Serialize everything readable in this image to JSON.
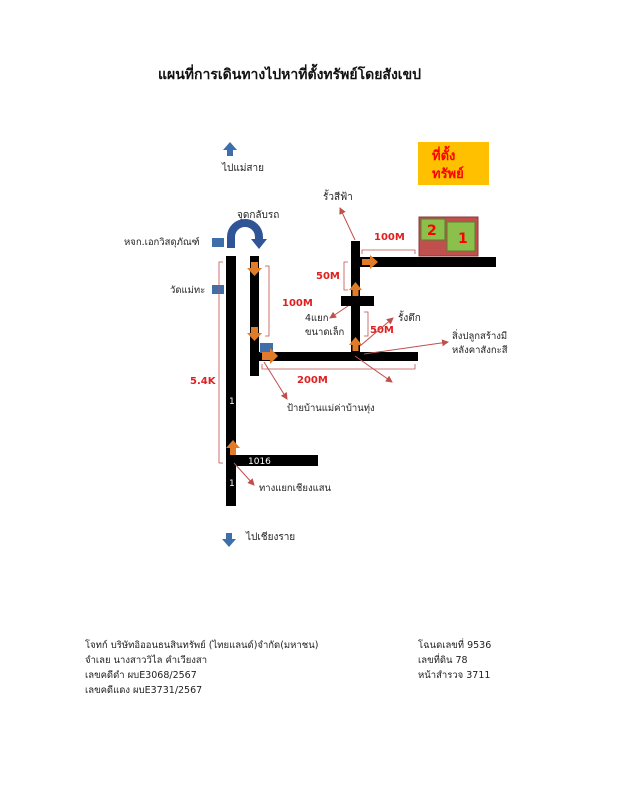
{
  "title": "แผนที่การเดินทางไปหาที่ตั้งทรัพย์โดยสังเขป",
  "directions": {
    "north": "ไปแม่สาย",
    "south": "ไปเชียงราย"
  },
  "property_box": {
    "line1": "ที่ตั้ง",
    "line2": "ทรัพย์"
  },
  "plots": [
    "2",
    "1"
  ],
  "landmarks": {
    "u_turn": "จุดกลับรถ",
    "shop": "หจก.เอกวิสดุภัณฑ์",
    "temple": "วัดแม่ทะ",
    "blue_fence": "รั้วสีฟ้า",
    "small_intersection_1": "4แยก",
    "small_intersection_2": "ขนาดเล็ก",
    "concrete_fence": "รั้งตึก",
    "structure_1": "สิ่งปลูกสร้างมี",
    "structure_2": "หลังคาสังกะสี",
    "sign": "ป้ายบ้านแม่ค่าบ้านทุ่ง",
    "junction": "ทางแยกเชียงแสน"
  },
  "road_labels": {
    "route_1a": "1",
    "route_1b": "1",
    "route_1016": "1016"
  },
  "distances": {
    "d_5_4k": "5.4K",
    "d_100m_vertical": "100M",
    "d_200m": "200M",
    "d_50m_a": "50M",
    "d_50m_b": "50M",
    "d_100m_top": "100M"
  },
  "footer_left": [
    "โจทก์ บริษัทอิออนธนสินทรัพย์ (ไทยแลนด์)จำกัด(มหาชน)",
    "จำเลย นางสาววิไล คำเวียงสา",
    "เลขคดีดำ ผบE3068/2567",
    "เลขคดีแดง ผบE3731/2567"
  ],
  "footer_right": [
    "โฉนดเลขที่ 9536",
    "เลขที่ดิน  78",
    "หน้าสำรวจ 3711"
  ],
  "colors": {
    "road": "#000000",
    "arrow": "#e07b2a",
    "marker": "#3f6faa",
    "leader": "#c0504d",
    "distance": "#e02020",
    "property_fill": "#ffc000",
    "property_text": "#ff0000",
    "plot_green": "#8cc04c",
    "plot_brick": "#c0504d"
  }
}
